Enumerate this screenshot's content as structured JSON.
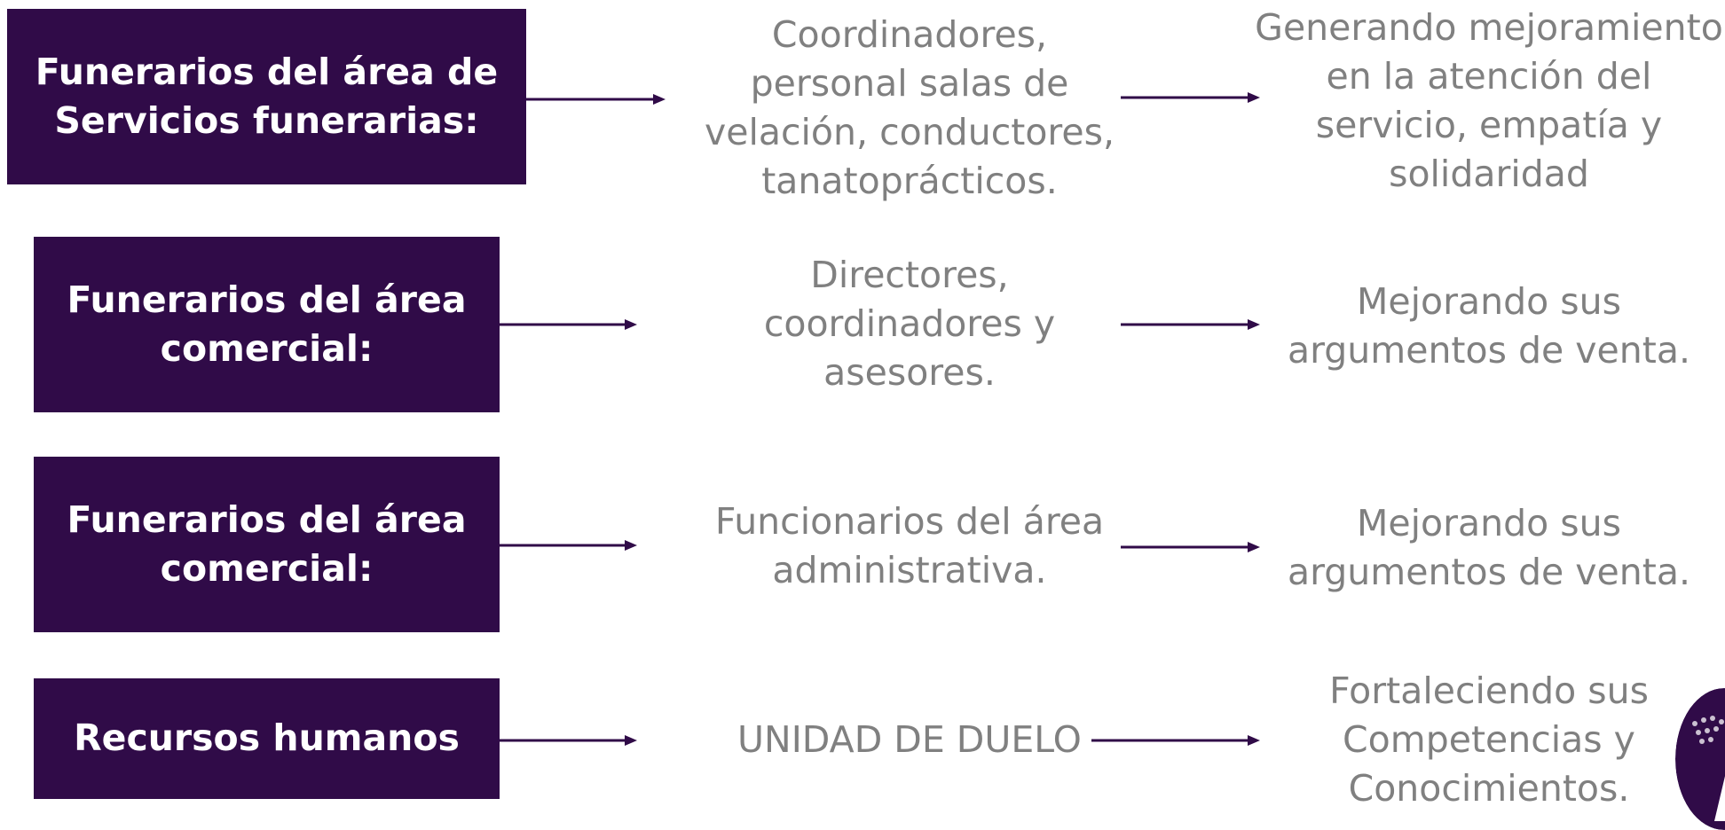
{
  "colors": {
    "box_fill": "#300b48",
    "box_text": "#ffffff",
    "body_text": "#808080",
    "arrow": "#300b48"
  },
  "rows": [
    {
      "area": "Funerarios del área de\nServicios funerarias:",
      "personnel": "Coordinadores,\npersonal salas de\nvelación, conductores,\ntanatoprácticos.",
      "outcome": "Generando mejoramiento\nen la atención del\nservicio, empatía y\nsolidaridad"
    },
    {
      "area": "Funerarios del área\ncomercial:",
      "personnel": "Directores,\ncoordinadores y\nasesores.",
      "outcome": "Mejorando sus\nargumentos de venta."
    },
    {
      "area": "Funerarios del área\ncomercial:",
      "personnel": "Funcionarios del área\nadministrativa.",
      "outcome": "Mejorando sus\nargumentos de venta."
    },
    {
      "area": "Recursos humanos",
      "personnel": "UNIDAD DE DUELO",
      "outcome": "Fortaleciendo sus\nCompetencias y\nConocimientos."
    }
  ],
  "logo": {
    "icon": "purple-circle-logo"
  }
}
